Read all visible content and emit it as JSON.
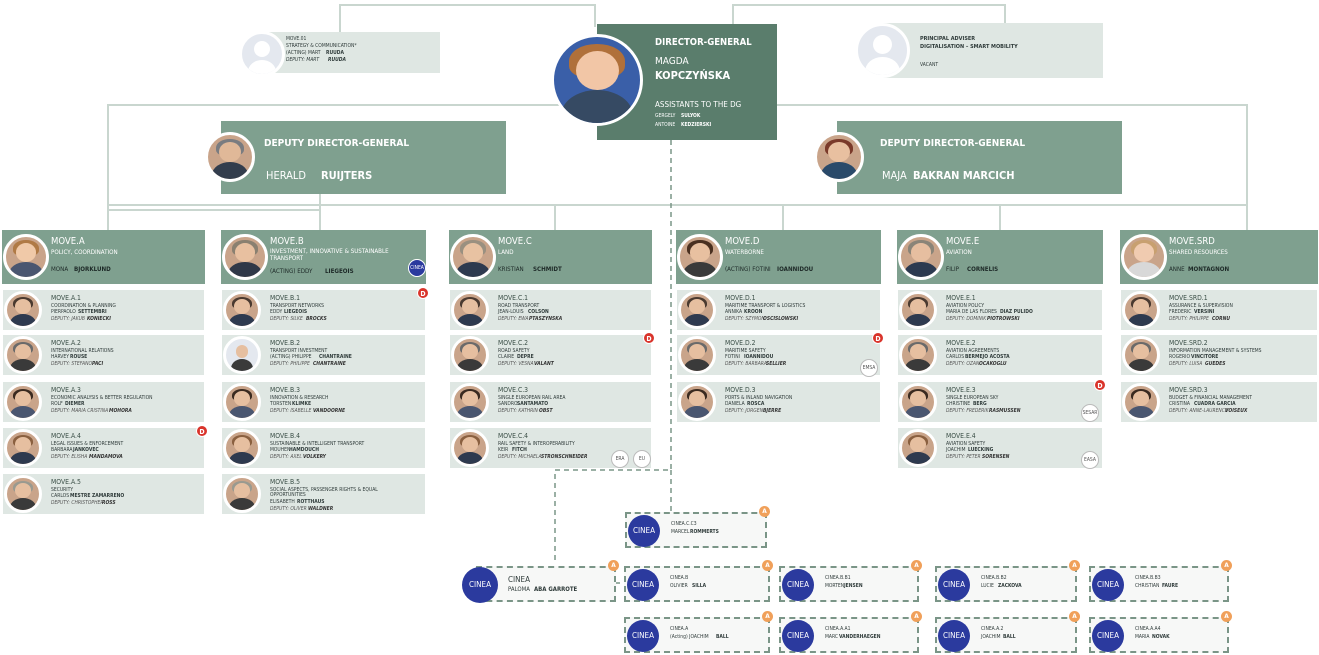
{
  "dg": {
    "title": "DIRECTOR-GENERAL",
    "first": "MAGDA",
    "last": "KOPCZYŃSKA",
    "assistants_title": "ASSISTANTS TO THE DG",
    "a1_first": "GERGELY",
    "a1_last": "SULYOK",
    "a2_first": "ANTOINE",
    "a2_last": "KEDZIERSKI"
  },
  "move01": {
    "code": "MOVE.01",
    "unit": "STRATEGY & COMMUNICATION*",
    "l1a": "(ACTING) MART",
    "l1b": "RUUDA",
    "l2a": "DEPUTY: MART",
    "l2b": "RUUDA"
  },
  "pa": {
    "title1": "PRINCIPAL ADVISER",
    "title2": "DIGITALISATION – SMART MOBILITY",
    "status": "VACANT"
  },
  "ddg1": {
    "title": "DEPUTY DIRECTOR-GENERAL",
    "first": "HERALD",
    "last": "RUIJTERS"
  },
  "ddg2": {
    "title": "DEPUTY DIRECTOR-GENERAL",
    "first": "MAJA",
    "last": "BAKRAN MARCICH"
  },
  "dirs": [
    {
      "code": "MOVE.A",
      "unit": "POLICY, COORDINATION",
      "pre": "MONA",
      "name": "BJORKLUND",
      "hair": "#b07a45",
      "skin": "#f0c9a8",
      "cloth": "#4a5670",
      "units": [
        {
          "code": "MOVE.A.1",
          "unit": "COORDINATION & PLANNING",
          "h1": "PIERPAOLO",
          "h2": "SETTEMBRI",
          "d1": "DEPUTY: JAKUB",
          "d2": "KONIECKI",
          "badge": ""
        },
        {
          "code": "MOVE.A.2",
          "unit": "INTERNATIONAL RELATIONS",
          "h1": "HARVEY",
          "h2": "ROUSE",
          "d1": "DEPUTY: STEFANO",
          "d2": "PACI",
          "badge": ""
        },
        {
          "code": "MOVE.A.3",
          "unit": "ECONOMIC ANALYSIS & BETTER REGULATION",
          "h1": "ROLF",
          "h2": "DIEMER",
          "d1": "DEPUTY: MARIA CRISTINA",
          "d2": "MOHORA",
          "badge": ""
        },
        {
          "code": "MOVE.A.4",
          "unit": "LEGAL ISSUES & ENFORCEMENT",
          "h1": "BARBARA",
          "h2": "JANKOVEC",
          "d1": "DEPUTY: ELISHA",
          "d2": "MANDAMOVA",
          "badge": "D"
        },
        {
          "code": "MOVE.A.5",
          "unit": "SECURITY",
          "h1": "CARLOS",
          "h2": "MESTRE ZAMARRENO",
          "d1": "DEPUTY: CHRISTOPHER",
          "d2": "ROSS",
          "badge": ""
        }
      ]
    },
    {
      "code": "MOVE.B",
      "unit": "INVESTMENT, INNOVATIVE & SUSTAINABLE TRANSPORT",
      "pre": "(ACTING) EDDY",
      "name": "LIEGEOIS",
      "hair": "#8a8070",
      "skin": "#e8c0a0",
      "cloth": "#2f3848",
      "units": [
        {
          "code": "MOVE.B.1",
          "unit": "TRANSPORT NETWORKS",
          "h1": "EDDY",
          "h2": "LIEGEOIS",
          "d1": "DEPUTY: SILKE",
          "d2": "BROCKS",
          "badge": "D"
        },
        {
          "code": "MOVE.B.2",
          "unit": "TRANSPORT INVESTMENT",
          "h1": "(ACTING) PHILIPPE",
          "h2": "CHANTRAINE",
          "d1": "DEPUTY: PHILIPPE",
          "d2": "CHANTRAINE",
          "badge": ""
        },
        {
          "code": "MOVE.B.3",
          "unit": "INNOVATION & RESEARCH",
          "h1": "TORSTEN",
          "h2": "KLIMKE",
          "d1": "DEPUTY: ISABELLE",
          "d2": "VANDOORNE",
          "badge": ""
        },
        {
          "code": "MOVE.B.4",
          "unit": "SUSTAINABLE & INTELLIGENT TRANSPORT",
          "h1": "MOUHEN",
          "h2": "HAMDOUCH",
          "d1": "DEPUTY: AXEL",
          "d2": "VOLKERY",
          "badge": ""
        },
        {
          "code": "MOVE.B.5",
          "unit": "SOCIAL ASPECTS, PASSENGER RIGHTS & EQUAL OPPORTUNITIES",
          "h1": "ELISABETH",
          "h2": "ROTTHAUS",
          "d1": "DEPUTY: OLIVER",
          "d2": "WALDNER",
          "badge": ""
        }
      ]
    },
    {
      "code": "MOVE.C",
      "unit": "LAND",
      "pre": "KRISTIAN",
      "name": "SCHMIDT",
      "hair": "#9a9080",
      "skin": "#e8c2a2",
      "cloth": "#2e3a4f",
      "units": [
        {
          "code": "MOVE.C.1",
          "unit": "ROAD TRANSPORT",
          "h1": "JEAN-LOUIS",
          "h2": "COLSON",
          "d1": "DEPUTY: EWA",
          "d2": "PTASZYNSKA",
          "badge": ""
        },
        {
          "code": "MOVE.C.2",
          "unit": "ROAD SAFETY",
          "h1": "CLAIRE",
          "h2": "DEPRE",
          "d1": "DEPUTY: VESNA",
          "d2": "VALANT",
          "badge": "D"
        },
        {
          "code": "MOVE.C.3",
          "unit": "SINGLE EUROPEAN RAIL AREA",
          "h1": "SANDRO",
          "h2": "SANTAMATO",
          "d1": "DEPUTY: KATHRIN",
          "d2": "OBST",
          "badge": ""
        },
        {
          "code": "MOVE.C.4",
          "unit": "RAIL SAFETY & INTEROPERABILITY",
          "h1": "KEIR",
          "h2": "FITCH",
          "d1": "DEPUTY: MICHAELA",
          "d2": "STRONSCHNEIDER",
          "badge": ""
        }
      ]
    },
    {
      "code": "MOVE.D",
      "unit": "WATERBORNE",
      "pre": "(ACTING) FOTINI",
      "name": "IOANNIDOU",
      "hair": "#4a3020",
      "skin": "#e8c0a0",
      "cloth": "#3a3a3a",
      "units": [
        {
          "code": "MOVE.D.1",
          "unit": "MARITIME TRANSPORT & LOGISTICS",
          "h1": "ANNIKA",
          "h2": "KROON",
          "d1": "DEPUTY: SZYMON",
          "d2": "OSCISLOWSKI",
          "badge": ""
        },
        {
          "code": "MOVE.D.2",
          "unit": "MARITIME SAFETY",
          "h1": "FOTINI",
          "h2": "IOANNIDOU",
          "d1": "DEPUTY: BARBARA",
          "d2": "SELLIER",
          "badge": "D"
        },
        {
          "code": "MOVE.D.3",
          "unit": "PORTS & INLAND NAVIGATION",
          "h1": "DANIELA",
          "h2": "ROSCA",
          "d1": "DEPUTY: JORGEN",
          "d2": "BJERRE",
          "badge": ""
        }
      ]
    },
    {
      "code": "MOVE.E",
      "unit": "AVIATION",
      "pre": "FILIP",
      "name": "CORNELIS",
      "hair": "#8a8478",
      "skin": "#e6bea0",
      "cloth": "#2d3a50",
      "units": [
        {
          "code": "MOVE.E.1",
          "unit": "AVIATION POLICY",
          "h1": "MARIA DE LAS FLORES",
          "h2": "DIAZ PULIDO",
          "d1": "DEPUTY: DOMINIK",
          "d2": "PIOTROWSKI",
          "badge": ""
        },
        {
          "code": "MOVE.E.2",
          "unit": "AVIATION AGREEMENTS",
          "h1": "CARLOS",
          "h2": "BERMEJO ACOSTA",
          "d1": "DEPUTY: OZAN",
          "d2": "OCAKOGLU",
          "badge": ""
        },
        {
          "code": "MOVE.E.3",
          "unit": "SINGLE EUROPEAN SKY",
          "h1": "CHRISTINE",
          "h2": "BERG",
          "d1": "DEPUTY: FREDERIK",
          "d2": "RASMUSSEN",
          "badge": "D"
        },
        {
          "code": "MOVE.E.4",
          "unit": "AVIATION SAFETY",
          "h1": "JOACHIM",
          "h2": "LUECKING",
          "d1": "DEPUTY: PETER",
          "d2": "SORENSEN",
          "badge": ""
        }
      ]
    },
    {
      "code": "MOVE.SRD",
      "unit": "SHARED RESOURCES",
      "pre": "ANNE",
      "name": "MONTAGNON",
      "hair": "#c8a070",
      "skin": "#f0cbb0",
      "cloth": "#d8d8d8",
      "units": [
        {
          "code": "MOVE.SRD.1",
          "unit": "ASSURANCE & SUPERVISION",
          "h1": "FREDERIC",
          "h2": "VERSINI",
          "d1": "DEPUTY: PHILIPPE",
          "d2": "CORNU",
          "badge": ""
        },
        {
          "code": "MOVE.SRD.2",
          "unit": "INFORMATION MANAGEMENT & SYSTEMS",
          "h1": "ROGERIO",
          "h2": "VINCITORE",
          "d1": "DEPUTY: LUISA",
          "d2": "GUEDES",
          "badge": ""
        },
        {
          "code": "MOVE.SRD.3",
          "unit": "BUDGET & FINANCIAL MANAGEMENT",
          "h1": "CRISTINA",
          "h2": "CUADRA GARCIA",
          "d1": "DEPUTY: ANNE-LAURENCE",
          "d2": "VOISEUX",
          "badge": ""
        }
      ]
    }
  ],
  "sublogos": {
    "b": "CINEA",
    "c1": "ERA",
    "c2": "EU",
    "d": "EMSA",
    "e1": "SESAR",
    "e2": "EASA"
  },
  "cinea_logo": "CINEA",
  "cinea": [
    {
      "id": "c1",
      "code": "CINEA.C.C3",
      "h1": "MARCEL",
      "h2": "ROMMERTS"
    },
    {
      "id": "main",
      "code": "CINEA",
      "h1": "PALOMA",
      "h2": "ABA GARROTE"
    },
    {
      "id": "b",
      "code": "CINEA.B",
      "h1": "OLIVIER",
      "h2": "SILLA"
    },
    {
      "id": "bb1",
      "code": "CINEA.B.B1",
      "h1": "MORTEN",
      "h2": "JENSEN"
    },
    {
      "id": "bb2",
      "code": "CINEA.B.B2",
      "h1": "LUCIE",
      "h2": "ZACKOVA"
    },
    {
      "id": "bb3",
      "code": "CINEA.B.B3",
      "h1": "CHRISTIAN",
      "h2": "FAURE"
    },
    {
      "id": "a",
      "code": "CINEA.A",
      "h1": "(Acting) JOACHIM",
      "h2": "BALL"
    },
    {
      "id": "aa1",
      "code": "CINEA.A.A1",
      "h1": "MARC",
      "h2": "VANDERHAEGEN"
    },
    {
      "id": "aa2",
      "code": "CINEA.A.2",
      "h1": "JOACHIM",
      "h2": "BALL"
    },
    {
      "id": "aa4",
      "code": "CINEA.A.A4",
      "h1": "MARIA",
      "h2": "NOVAK"
    }
  ],
  "badges": {
    "d": "D",
    "a": "A"
  }
}
